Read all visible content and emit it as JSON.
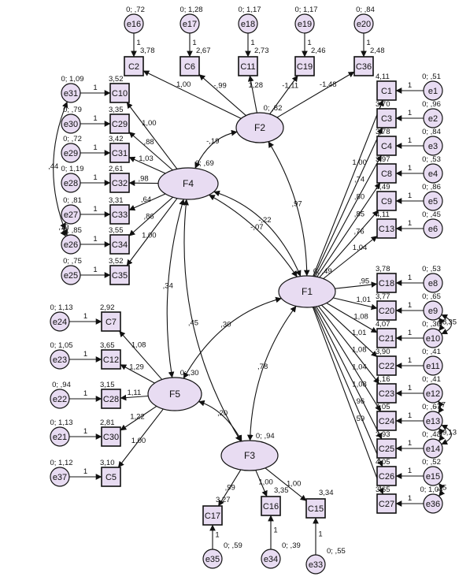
{
  "observed": [
    {
      "id": "C2",
      "label": "C2"
    },
    {
      "id": "C6",
      "label": "C6"
    },
    {
      "id": "C11",
      "label": "C11"
    },
    {
      "id": "C19",
      "label": "C19"
    },
    {
      "id": "C36",
      "label": "C36"
    },
    {
      "id": "C10",
      "label": "C10"
    },
    {
      "id": "C29",
      "label": "C29"
    },
    {
      "id": "C31",
      "label": "C31"
    },
    {
      "id": "C32",
      "label": "C32"
    },
    {
      "id": "C33",
      "label": "C33"
    },
    {
      "id": "C34",
      "label": "C34"
    },
    {
      "id": "C35",
      "label": "C35"
    },
    {
      "id": "C7",
      "label": "C7"
    },
    {
      "id": "C12",
      "label": "C12"
    },
    {
      "id": "C28",
      "label": "C28"
    },
    {
      "id": "C30",
      "label": "C30"
    },
    {
      "id": "C5",
      "label": "C5"
    },
    {
      "id": "C1",
      "label": "C1"
    },
    {
      "id": "C3",
      "label": "C3"
    },
    {
      "id": "C4",
      "label": "C4"
    },
    {
      "id": "C8",
      "label": "C8"
    },
    {
      "id": "C9",
      "label": "C9"
    },
    {
      "id": "C13",
      "label": "C13"
    },
    {
      "id": "C18",
      "label": "C18"
    },
    {
      "id": "C20",
      "label": "C20"
    },
    {
      "id": "C21",
      "label": "C21"
    },
    {
      "id": "C22",
      "label": "C22"
    },
    {
      "id": "C23",
      "label": "C23"
    },
    {
      "id": "C24",
      "label": "C24"
    },
    {
      "id": "C25",
      "label": "C25"
    },
    {
      "id": "C26",
      "label": "C26"
    },
    {
      "id": "C27",
      "label": "C27"
    },
    {
      "id": "C17",
      "label": "C17"
    },
    {
      "id": "C16",
      "label": "C16"
    },
    {
      "id": "C15",
      "label": "C15"
    }
  ],
  "errors": [
    {
      "id": "e16",
      "label": "e16",
      "var": "0; ,72"
    },
    {
      "id": "e17",
      "label": "e17",
      "var": "0; 1,28"
    },
    {
      "id": "e18",
      "label": "e18",
      "var": "0; 1,17"
    },
    {
      "id": "e19",
      "label": "e19",
      "var": "0; 1,17"
    },
    {
      "id": "e20",
      "label": "e20",
      "var": "0; ,84"
    },
    {
      "id": "e31",
      "label": "e31",
      "var": "0; 1,09"
    },
    {
      "id": "e30",
      "label": "e30",
      "var": "0; ,79"
    },
    {
      "id": "e29",
      "label": "e29",
      "var": "0; ,72"
    },
    {
      "id": "e28",
      "label": "e28",
      "var": "0; 1,19"
    },
    {
      "id": "e27",
      "label": "e27",
      "var": "0; ,81"
    },
    {
      "id": "e26",
      "label": "e26",
      "var": "0; ,85"
    },
    {
      "id": "e25",
      "label": "e25",
      "var": "0; ,75"
    },
    {
      "id": "e24",
      "label": "e24",
      "var": "0; 1,13"
    },
    {
      "id": "e23",
      "label": "e23",
      "var": "0; 1,05"
    },
    {
      "id": "e22",
      "label": "e22",
      "var": "0; ,94"
    },
    {
      "id": "e21",
      "label": "e21",
      "var": "0; 1,13"
    },
    {
      "id": "e37",
      "label": "e37",
      "var": "0; 1,12"
    },
    {
      "id": "e1",
      "label": "e1",
      "var": "0; ,51"
    },
    {
      "id": "e2",
      "label": "e2",
      "var": "0; ,96"
    },
    {
      "id": "e3",
      "label": "e3",
      "var": "0; ,84"
    },
    {
      "id": "e4",
      "label": "e4",
      "var": "0; ,53"
    },
    {
      "id": "e5",
      "label": "e5",
      "var": "0; ,86"
    },
    {
      "id": "e6",
      "label": "e6",
      "var": "0; ,45"
    },
    {
      "id": "e8",
      "label": "e8",
      "var": "0; ,53"
    },
    {
      "id": "e9",
      "label": "e9",
      "var": "0; ,65"
    },
    {
      "id": "e10",
      "label": "e10",
      "var": "0; ,39"
    },
    {
      "id": "e11",
      "label": "e11",
      "var": "0; ,41"
    },
    {
      "id": "e12",
      "label": "e12",
      "var": "0; ,41"
    },
    {
      "id": "e13",
      "label": "e13",
      "var": "0; ,67"
    },
    {
      "id": "e14",
      "label": "e14",
      "var": "0; ,43"
    },
    {
      "id": "e15",
      "label": "e15",
      "var": "0; ,52"
    },
    {
      "id": "e36",
      "label": "e36",
      "var": "0; 1,04"
    },
    {
      "id": "e35",
      "label": "e35",
      "var": "0; ,59"
    },
    {
      "id": "e34",
      "label": "e34",
      "var": "0; ,39"
    },
    {
      "id": "e33",
      "label": "e33",
      "var": "0; ,55"
    }
  ],
  "latents": [
    {
      "id": "F2",
      "label": "F2",
      "var": "0; ,82"
    },
    {
      "id": "F4",
      "label": "F4",
      "var": "0; ,69"
    },
    {
      "id": "F1",
      "label": "F1",
      "var": "0; ,49"
    },
    {
      "id": "F5",
      "label": "F5",
      "var": "0; ,30"
    },
    {
      "id": "F3",
      "label": "F3",
      "var": "0; ,94"
    }
  ],
  "intercepts": [
    {
      "item": "C2",
      "value": "3,78"
    },
    {
      "item": "C6",
      "value": "2,67"
    },
    {
      "item": "C11",
      "value": "2,73"
    },
    {
      "item": "C19",
      "value": "2,46"
    },
    {
      "item": "C36",
      "value": "2,48"
    },
    {
      "item": "C10",
      "value": "3,52"
    },
    {
      "item": "C29",
      "value": "3,35"
    },
    {
      "item": "C31",
      "value": "3,42"
    },
    {
      "item": "C32",
      "value": "2,61"
    },
    {
      "item": "C33",
      "value": "3,31"
    },
    {
      "item": "C34",
      "value": "3,55"
    },
    {
      "item": "C35",
      "value": "3,52"
    },
    {
      "item": "C7",
      "value": "2,92"
    },
    {
      "item": "C12",
      "value": "3,65"
    },
    {
      "item": "C28",
      "value": "3,15"
    },
    {
      "item": "C30",
      "value": "2,81"
    },
    {
      "item": "C5",
      "value": "3,10"
    },
    {
      "item": "C1",
      "value": "4,11"
    },
    {
      "item": "C3",
      "value": "3,70"
    },
    {
      "item": "C4",
      "value": "3,78"
    },
    {
      "item": "C8",
      "value": "3,97"
    },
    {
      "item": "C9",
      "value": "3,49"
    },
    {
      "item": "C13",
      "value": "4,11"
    },
    {
      "item": "C18",
      "value": "3,78"
    },
    {
      "item": "C20",
      "value": "3,77"
    },
    {
      "item": "C21",
      "value": "4,07"
    },
    {
      "item": "C22",
      "value": "3,90"
    },
    {
      "item": "C23",
      "value": "4,16"
    },
    {
      "item": "C24",
      "value": "4,05"
    },
    {
      "item": "C25",
      "value": "3,93"
    },
    {
      "item": "C26",
      "value": "4,05"
    },
    {
      "item": "C27",
      "value": "3,65"
    },
    {
      "item": "C17",
      "value": "3,27"
    },
    {
      "item": "C16",
      "value": "3,35"
    },
    {
      "item": "C15",
      "value": "3,34"
    }
  ],
  "error_paths": [
    {
      "from": "e16",
      "to": "C2",
      "value": "1"
    },
    {
      "from": "e17",
      "to": "C6",
      "value": "1"
    },
    {
      "from": "e18",
      "to": "C11",
      "value": "1"
    },
    {
      "from": "e19",
      "to": "C19",
      "value": "1"
    },
    {
      "from": "e20",
      "to": "C36",
      "value": "1"
    },
    {
      "from": "e31",
      "to": "C10",
      "value": "1"
    },
    {
      "from": "e30",
      "to": "C29",
      "value": "1"
    },
    {
      "from": "e29",
      "to": "C31",
      "value": "1"
    },
    {
      "from": "e28",
      "to": "C32",
      "value": "1"
    },
    {
      "from": "e27",
      "to": "C33",
      "value": "1"
    },
    {
      "from": "e26",
      "to": "C34",
      "value": "1"
    },
    {
      "from": "e25",
      "to": "C35",
      "value": "1"
    },
    {
      "from": "e24",
      "to": "C7",
      "value": "1"
    },
    {
      "from": "e23",
      "to": "C12",
      "value": "1"
    },
    {
      "from": "e22",
      "to": "C28",
      "value": "1"
    },
    {
      "from": "e21",
      "to": "C30",
      "value": "1"
    },
    {
      "from": "e37",
      "to": "C5",
      "value": "1"
    },
    {
      "from": "e1",
      "to": "C1",
      "value": "1"
    },
    {
      "from": "e2",
      "to": "C3",
      "value": "1"
    },
    {
      "from": "e3",
      "to": "C4",
      "value": "1"
    },
    {
      "from": "e4",
      "to": "C8",
      "value": "1"
    },
    {
      "from": "e5",
      "to": "C9",
      "value": "1"
    },
    {
      "from": "e6",
      "to": "C13",
      "value": "1"
    },
    {
      "from": "e8",
      "to": "C18",
      "value": "1"
    },
    {
      "from": "e9",
      "to": "C20",
      "value": "1"
    },
    {
      "from": "e10",
      "to": "C21",
      "value": "1"
    },
    {
      "from": "e11",
      "to": "C22",
      "value": "1"
    },
    {
      "from": "e12",
      "to": "C23",
      "value": "1"
    },
    {
      "from": "e13",
      "to": "C24",
      "value": "1"
    },
    {
      "from": "e14",
      "to": "C25",
      "value": "1"
    },
    {
      "from": "e15",
      "to": "C26",
      "value": "1"
    },
    {
      "from": "e36",
      "to": "C27",
      "value": "1"
    },
    {
      "from": "e35",
      "to": "C17",
      "value": "1"
    },
    {
      "from": "e34",
      "to": "C16",
      "value": "1"
    },
    {
      "from": "e33",
      "to": "C15",
      "value": "1"
    }
  ],
  "loadings": [
    {
      "from": "F2",
      "to": "C2",
      "value": "1,00"
    },
    {
      "from": "F2",
      "to": "C6",
      "value": "-,99"
    },
    {
      "from": "F2",
      "to": "C11",
      "value": "1,28"
    },
    {
      "from": "F2",
      "to": "C19",
      "value": "-1,11"
    },
    {
      "from": "F2",
      "to": "C36",
      "value": "-1,48"
    },
    {
      "from": "F4",
      "to": "C10",
      "value": "1,00"
    },
    {
      "from": "F4",
      "to": "C29",
      "value": ",88"
    },
    {
      "from": "F4",
      "to": "C31",
      "value": "1,03"
    },
    {
      "from": "F4",
      "to": "C32",
      "value": ",98"
    },
    {
      "from": "F4",
      "to": "C33",
      "value": ",64"
    },
    {
      "from": "F4",
      "to": "C34",
      "value": ",86"
    },
    {
      "from": "F4",
      "to": "C35",
      "value": "1,00"
    },
    {
      "from": "F5",
      "to": "C7",
      "value": "1,08"
    },
    {
      "from": "F5",
      "to": "C12",
      "value": "1,29"
    },
    {
      "from": "F5",
      "to": "C28",
      "value": "1,11"
    },
    {
      "from": "F5",
      "to": "C30",
      "value": "1,22"
    },
    {
      "from": "F5",
      "to": "C5",
      "value": "1,00"
    },
    {
      "from": "F1",
      "to": "C1",
      "value": "1,00"
    },
    {
      "from": "F1",
      "to": "C3",
      "value": ",74"
    },
    {
      "from": "F1",
      "to": "C4",
      "value": ",80"
    },
    {
      "from": "F1",
      "to": "C8",
      "value": ",85"
    },
    {
      "from": "F1",
      "to": "C9",
      "value": ",76"
    },
    {
      "from": "F1",
      "to": "C13",
      "value": "1,04"
    },
    {
      "from": "F1",
      "to": "C18",
      "value": ",95"
    },
    {
      "from": "F1",
      "to": "C20",
      "value": "1,01"
    },
    {
      "from": "F1",
      "to": "C21",
      "value": "1,08"
    },
    {
      "from": "F1",
      "to": "C22",
      "value": "1,01"
    },
    {
      "from": "F1",
      "to": "C23",
      "value": "1,08"
    },
    {
      "from": "F1",
      "to": "C24",
      "value": "1,04"
    },
    {
      "from": "F1",
      "to": "C25",
      "value": "1,08"
    },
    {
      "from": "F1",
      "to": "C26",
      "value": ",96"
    },
    {
      "from": "F1",
      "to": "C27",
      "value": ",59"
    },
    {
      "from": "F3",
      "to": "C17",
      "value": ",99"
    },
    {
      "from": "F3",
      "to": "C16",
      "value": "1,00"
    },
    {
      "from": "F3",
      "to": "C15",
      "value": "1,00"
    }
  ],
  "covariances": [
    {
      "from": "F2",
      "to": "F4",
      "value": "-,19"
    },
    {
      "from": "F2",
      "to": "F1",
      "value": ",97"
    },
    {
      "from": "F4",
      "to": "F1",
      "value": "-,07"
    },
    {
      "from": "F4",
      "to": "F5",
      "value": ",34"
    },
    {
      "from": "F4",
      "to": "F1",
      "value": "-,22"
    },
    {
      "from": "F5",
      "to": "F1",
      "value": ",30"
    },
    {
      "from": "F5",
      "to": "F3",
      "value": ",20"
    },
    {
      "from": "F1",
      "to": "F3",
      "value": ",78"
    },
    {
      "from": "F4",
      "to": "F3",
      "value": ",45"
    },
    {
      "from": "e31",
      "to": "e26",
      "value": ",44"
    },
    {
      "from": "e27",
      "to": "e26",
      "value": ",19"
    },
    {
      "from": "e9",
      "to": "e10",
      "value": ",08"
    },
    {
      "from": "e9",
      "to": "e10",
      "value": ",35"
    },
    {
      "from": "e12",
      "to": "e13",
      "value": ",17"
    },
    {
      "from": "e13",
      "to": "e14",
      "value": ",09"
    },
    {
      "from": "e13",
      "to": "e14",
      "value": ",13"
    },
    {
      "from": "e15",
      "to": "e36",
      "value": ",15"
    }
  ]
}
